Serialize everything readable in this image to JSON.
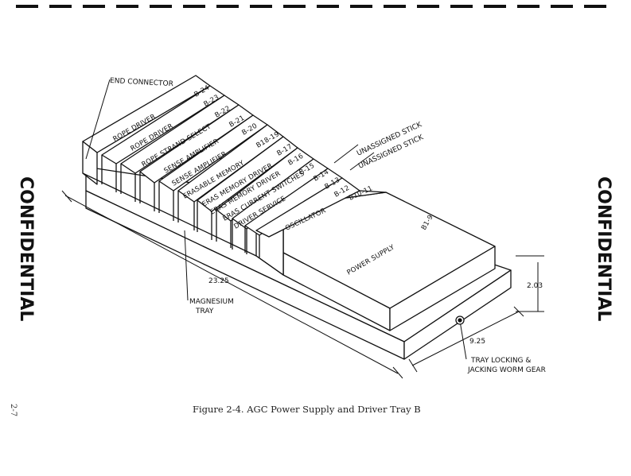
{
  "caption": "Figure 2-4.  AGC Power Supply and Driver Tray B",
  "page_number": "2-7",
  "marking": "CONFIDENTIAL",
  "callouts": {
    "end_connector": "END CONNECTOR",
    "magnesium_tray_1": "MAGNESIUM",
    "magnesium_tray_2": "TRAY",
    "tray_locking_1": "TRAY LOCKING &",
    "tray_locking_2": "JACKING WORM GEAR",
    "unassigned_1": "UNASSIGNED STICK",
    "unassigned_2": "UNASSIGNED STICK"
  },
  "dimensions": {
    "length": "23.25",
    "width": "9.25",
    "height": "2.03"
  },
  "modules": [
    {
      "name": "ROPE DRIVER",
      "code": "B-24"
    },
    {
      "name": "ROPE DRIVER",
      "code": "B-23"
    },
    {
      "name": "ROPE STRAND SELECT",
      "code": "B-22"
    },
    {
      "name": "SENSE AMPLIFIER",
      "code": "B-21"
    },
    {
      "name": "SENSE AMPLIFIER",
      "code": "B-20"
    },
    {
      "name": "ERASABLE MEMORY",
      "code": "B18-19"
    },
    {
      "name": "ERAS MEMORY DRIVER",
      "code": "B-17"
    },
    {
      "name": "ERAS MEMORY DRIVER",
      "code": "B-16"
    },
    {
      "name": "ERAS CURRENT SWITCHES",
      "code": "B-15"
    },
    {
      "name": "DRIVER SERVICE",
      "code": "B-14"
    },
    {
      "name": "",
      "code": "B-13"
    },
    {
      "name": "",
      "code": "B-12"
    },
    {
      "name": "OSCILLATOR",
      "code": "B10-11"
    },
    {
      "name": "POWER SUPPLY",
      "code": "B1-9"
    }
  ]
}
